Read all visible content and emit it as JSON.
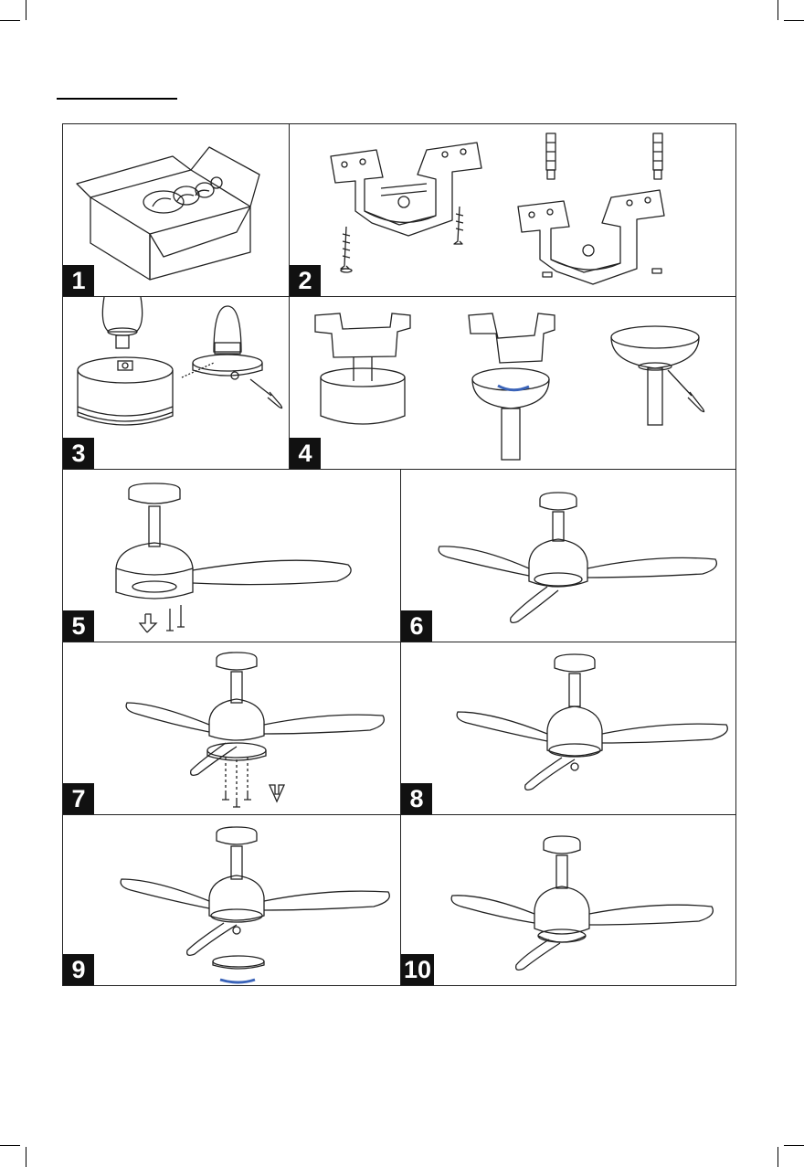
{
  "steps": [
    {
      "number": "1",
      "illustration": "unboxing-illustration"
    },
    {
      "number": "2",
      "illustration": "mounting-bracket-illustration"
    },
    {
      "number": "3",
      "illustration": "downrod-canopy-illustration"
    },
    {
      "number": "4",
      "illustration": "canopy-hang-illustration"
    },
    {
      "number": "5",
      "illustration": "fan-body-screws-illustration"
    },
    {
      "number": "6",
      "illustration": "fan-assembled-illustration"
    },
    {
      "number": "7",
      "illustration": "light-plate-screws-illustration"
    },
    {
      "number": "8",
      "illustration": "light-plate-assembled-illustration"
    },
    {
      "number": "9",
      "illustration": "light-cover-twist-illustration"
    },
    {
      "number": "10",
      "illustration": "fan-complete-illustration"
    }
  ],
  "colors": {
    "line": "#222222",
    "badge": "#111111",
    "arrow_accent": "#3a63b8"
  }
}
